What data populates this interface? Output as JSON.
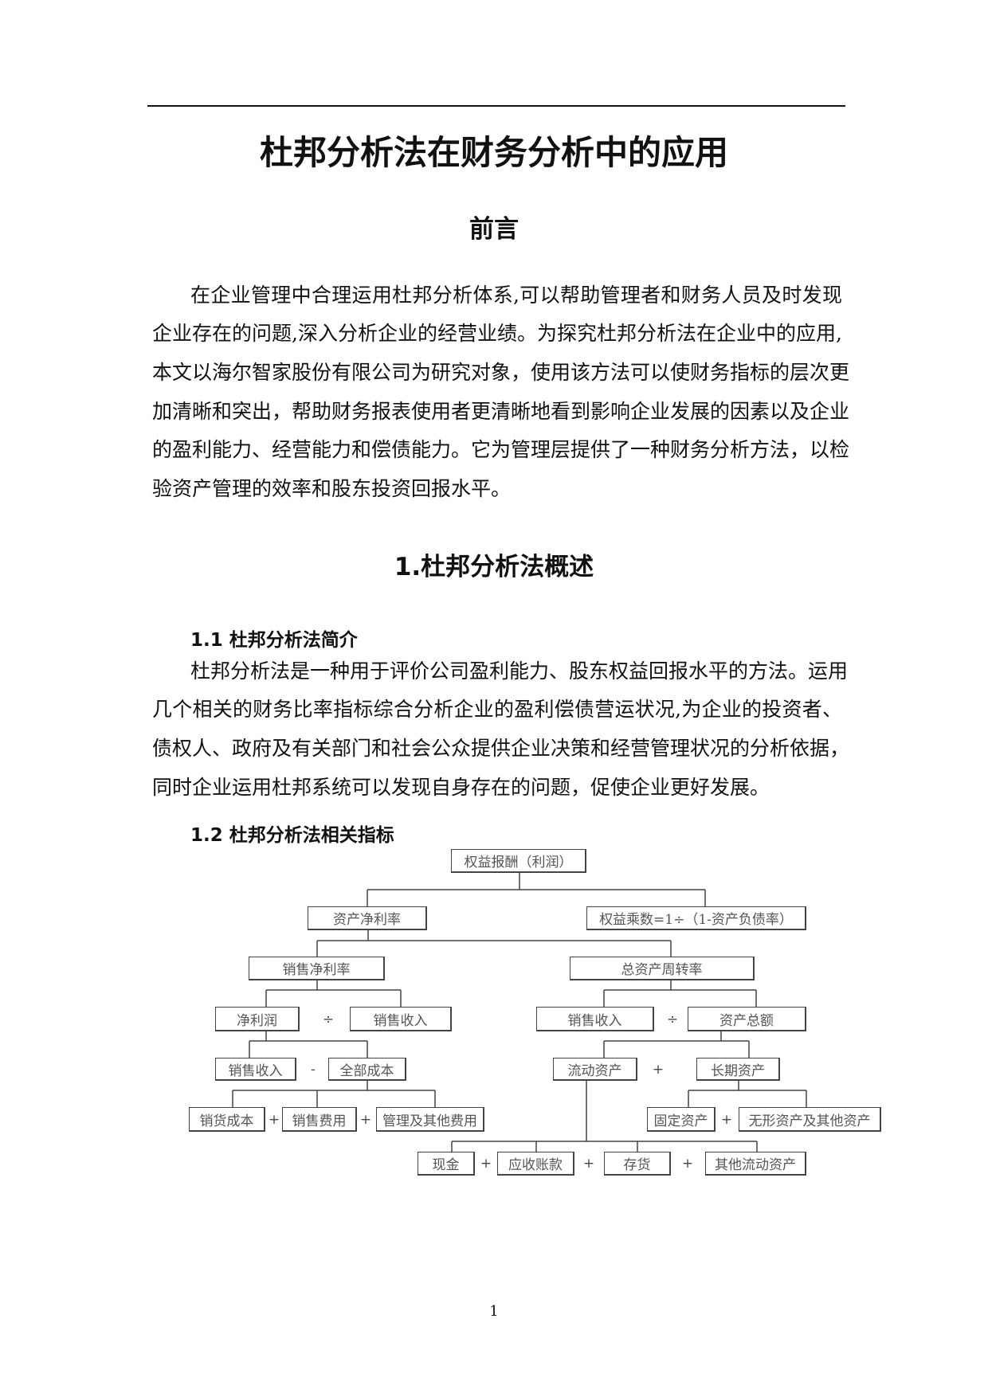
{
  "title": "杜邦分析法在财务分析中的应用",
  "preface": {
    "heading": "前言",
    "lines": [
      "在企业管理中合理运用杜邦分析体系,可以帮助管理者和财务人员及时发现",
      "企业存在的问题,深入分析企业的经营业绩。为探究杜邦分析法在企业中的应用,",
      "本文以海尔智家股份有限公司为研究对象，使用该方法可以使财务指标的层次更",
      "加清晰和突出，帮助财务报表使用者更清晰地看到影响企业发展的因素以及企业",
      "的盈利能力、经营能力和偿债能力。它为管理层提供了一种财务分析方法，以检",
      "验资产管理的效率和股东投资回报水平。"
    ]
  },
  "section1": {
    "heading": "1.杜邦分析法概述",
    "sub1": {
      "heading": "1.1 杜邦分析法简介",
      "lines": [
        "杜邦分析法是一种用于评价公司盈利能力、股东权益回报水平的方法。运用",
        "几个相关的财务比率指标综合分析企业的盈利偿债营运状况,为企业的投资者、",
        "债权人、政府及有关部门和社会公众提供企业决策和经营管理状况的分析依据，",
        "同时企业运用杜邦系统可以发现自身存在的问题，促使企业更好发展。"
      ]
    },
    "sub2": {
      "heading": "1.2 杜邦分析法相关指标"
    }
  },
  "diagram": {
    "boxes": [
      "权益报酬（利润）",
      "资产净利率",
      "权益乘数=1÷（1-资产负债率）",
      "销售净利率",
      "总资产周转率",
      "净利润",
      "销售收入",
      "销售收入",
      "资产总额",
      "销售收入",
      "全部成本",
      "流动资产",
      "长期资产",
      "销货成本",
      "销售费用",
      "管理及其他费用",
      "固定资产",
      "无形资产及其他资产",
      "现金",
      "应收账款",
      "存货",
      "其他流动资产"
    ],
    "operators": [
      "÷",
      "÷",
      "-",
      "+",
      "+",
      "+",
      "+",
      "+",
      "+",
      "+"
    ]
  },
  "page_number": "1"
}
